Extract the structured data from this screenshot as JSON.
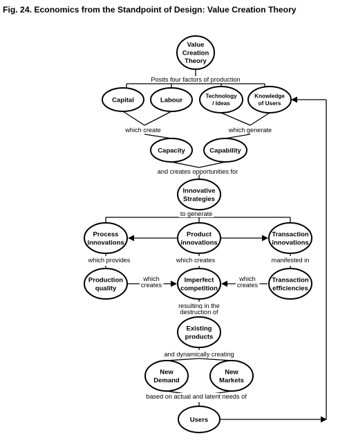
{
  "title": "Fig. 24. Economics from the Standpoint of Design: Value Creation Theory",
  "nodes": {
    "value_creation_theory": [
      "Value",
      "Creation",
      "Theory"
    ],
    "capital": [
      "Capital"
    ],
    "labour": [
      "Labour"
    ],
    "technology_ideas": [
      "Technology",
      "/ Ideas"
    ],
    "knowledge_of_users": [
      "Knowledge",
      "of Users"
    ],
    "capacity": [
      "Capacity"
    ],
    "capability": [
      "Capability"
    ],
    "innovative_strategies": [
      "Innovative",
      "Strategies"
    ],
    "process_innovations": [
      "Process",
      "innovations"
    ],
    "product_innovations": [
      "Product",
      "innovations"
    ],
    "transaction_innovations": [
      "Transaction",
      "innovations"
    ],
    "production_quality": [
      "Production",
      "quality"
    ],
    "imperfect_competition": [
      "Imperfect",
      "competition"
    ],
    "transaction_efficiencies": [
      "Transaction",
      "efficiencies"
    ],
    "existing_products": [
      "Existing",
      "products"
    ],
    "new_demand": [
      "New",
      "Demand"
    ],
    "new_markets": [
      "New",
      "Markets"
    ],
    "users": [
      "Users"
    ]
  },
  "edge_labels": {
    "posits": "Posits four factors of production",
    "which_create": "which create",
    "which_generate": "which generate",
    "creates_opportunities": "and creates opportunities for",
    "to_generate": "to generate",
    "which_provides": "which provides",
    "which_creates_center": "which creates",
    "manifested_in": "manifested in",
    "which_creates_left": [
      "which",
      "creates"
    ],
    "which_creates_right": [
      "which",
      "creates"
    ],
    "resulting_in": [
      "resulting in the",
      "destruction of"
    ],
    "dynamically_creating": "and dynamically creating",
    "based_on_needs": "based on actual and latent needs of"
  }
}
